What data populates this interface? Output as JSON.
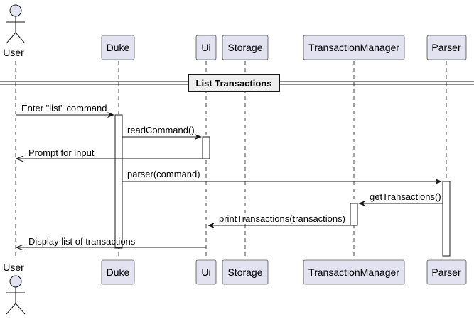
{
  "title": "Sequence diagram: List Transactions",
  "participants": [
    {
      "id": "user",
      "label": "User",
      "kind": "actor"
    },
    {
      "id": "duke",
      "label": "Duke",
      "kind": "participant"
    },
    {
      "id": "ui",
      "label": "Ui",
      "kind": "participant"
    },
    {
      "id": "storage",
      "label": "Storage",
      "kind": "participant"
    },
    {
      "id": "tm",
      "label": "TransactionManager",
      "kind": "participant"
    },
    {
      "id": "parser",
      "label": "Parser",
      "kind": "participant"
    }
  ],
  "divider": {
    "label": "List Transactions"
  },
  "messages": [
    {
      "label": "Enter \"list\" command",
      "from": "user",
      "to": "duke"
    },
    {
      "label": "readCommand()",
      "from": "duke",
      "to": "ui"
    },
    {
      "label": "Prompt for input",
      "from": "ui",
      "to": "user"
    },
    {
      "label": "parser(command)",
      "from": "duke",
      "to": "parser"
    },
    {
      "label": "getTransactions()",
      "from": "parser",
      "to": "tm"
    },
    {
      "label": "printTransactions(transactions)",
      "from": "tm",
      "to": "ui"
    },
    {
      "label": "Display list of transactions",
      "from": "ui",
      "to": "user"
    }
  ],
  "colors": {
    "participant_fill": "#E2E2F0",
    "participant_border": "#181818",
    "lifeline": "#181818",
    "divider_fill": "#EEEEEE"
  }
}
